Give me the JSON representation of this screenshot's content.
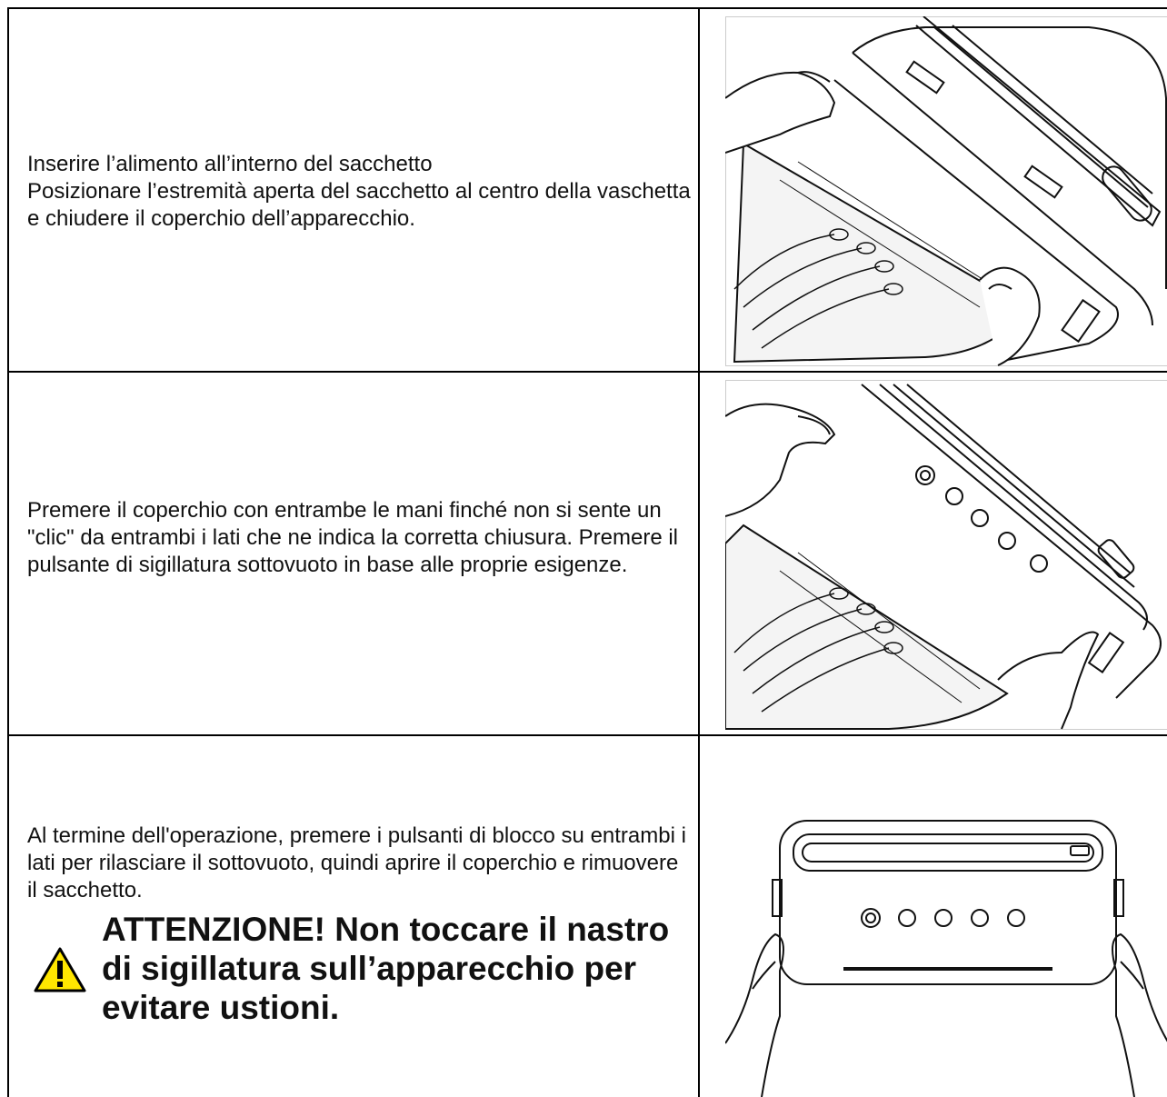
{
  "steps": [
    {
      "lines": [
        "Inserire l’alimento all’interno del sacchetto",
        "Posizionare l’estremità aperta del sacchetto al centro della vaschetta e chiudere il coperchio dell’apparecchio."
      ],
      "illustration": "hands-inserting-bag-illustration"
    },
    {
      "text": "Premere il coperchio con entrambe le mani finché non si sente un \"clic\" da entrambi i lati che ne indica la corretta chiusura. Premere il pulsante di sigillatura sottovuoto in base alle proprie esigenze.",
      "illustration": "hands-pressing-lid-illustration"
    },
    {
      "text": "Al termine dell'operazione, premere i pulsanti di blocco su entrambi i lati per rilasciare il sottovuoto, quindi aprire il coperchio e rimuovere il sacchetto.",
      "warning": "ATTENZIONE! Non toccare il nastro di sigillatura sull’apparecchio per evitare ustioni.",
      "warning_icon": "warning-triangle-icon",
      "warning_color": "#ffe600",
      "illustration": "hands-holding-device-illustration"
    }
  ]
}
